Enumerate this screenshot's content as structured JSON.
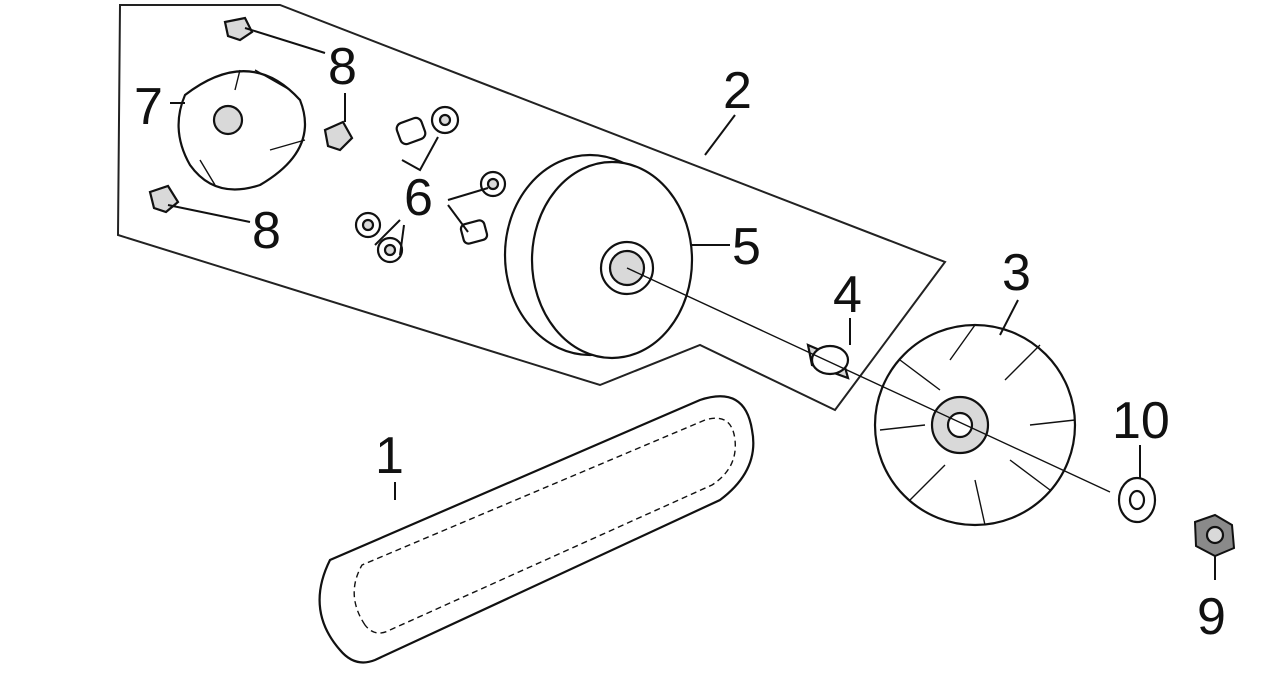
{
  "diagram": {
    "callouts": [
      {
        "id": "1",
        "label": "1"
      },
      {
        "id": "2",
        "label": "2"
      },
      {
        "id": "3",
        "label": "3"
      },
      {
        "id": "4",
        "label": "4"
      },
      {
        "id": "5",
        "label": "5"
      },
      {
        "id": "6",
        "label": "6"
      },
      {
        "id": "7",
        "label": "7"
      },
      {
        "id": "8a",
        "label": "8"
      },
      {
        "id": "8b",
        "label": "8"
      },
      {
        "id": "9",
        "label": "9"
      },
      {
        "id": "10",
        "label": "10"
      }
    ]
  }
}
